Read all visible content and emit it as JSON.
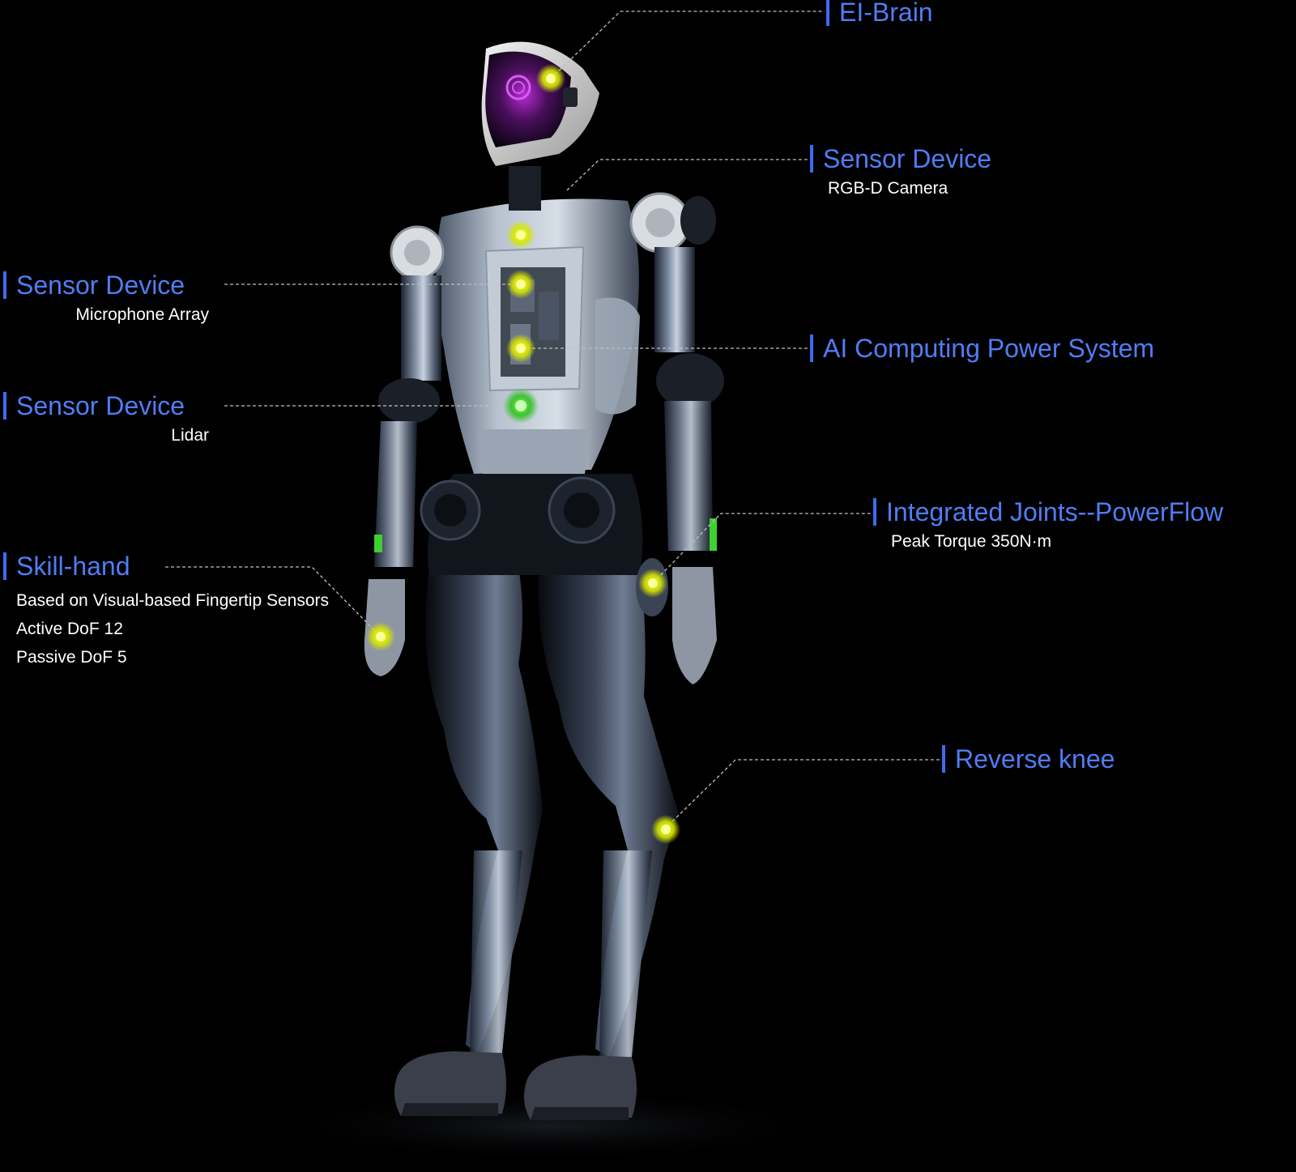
{
  "colors": {
    "background": "#000000",
    "accent": "#4f7df5",
    "marker": "#e8f400",
    "marker_lidar": "#3bd22f",
    "leader_line": "#bfbfbf"
  },
  "callouts": [
    {
      "id": "ei-brain",
      "title": "EI-Brain",
      "lines": []
    },
    {
      "id": "sensor-rgbd",
      "title": "Sensor Device",
      "lines": [
        "RGB-D Camera"
      ]
    },
    {
      "id": "sensor-mic",
      "title": "Sensor Device",
      "lines": [
        "Microphone Array"
      ]
    },
    {
      "id": "ai-computing",
      "title": "AI Computing Power System",
      "lines": []
    },
    {
      "id": "sensor-lidar",
      "title": "Sensor Device",
      "lines": [
        "Lidar"
      ]
    },
    {
      "id": "joints",
      "title": "Integrated Joints--PowerFlow",
      "lines": [
        "Peak Torque 350N·m"
      ]
    },
    {
      "id": "skill-hand",
      "title": "Skill-hand",
      "lines": [
        "Based on Visual-based Fingertip Sensors",
        "Active DoF 12",
        "Passive DoF 5"
      ]
    },
    {
      "id": "reverse-knee",
      "title": "Reverse knee",
      "lines": []
    }
  ]
}
